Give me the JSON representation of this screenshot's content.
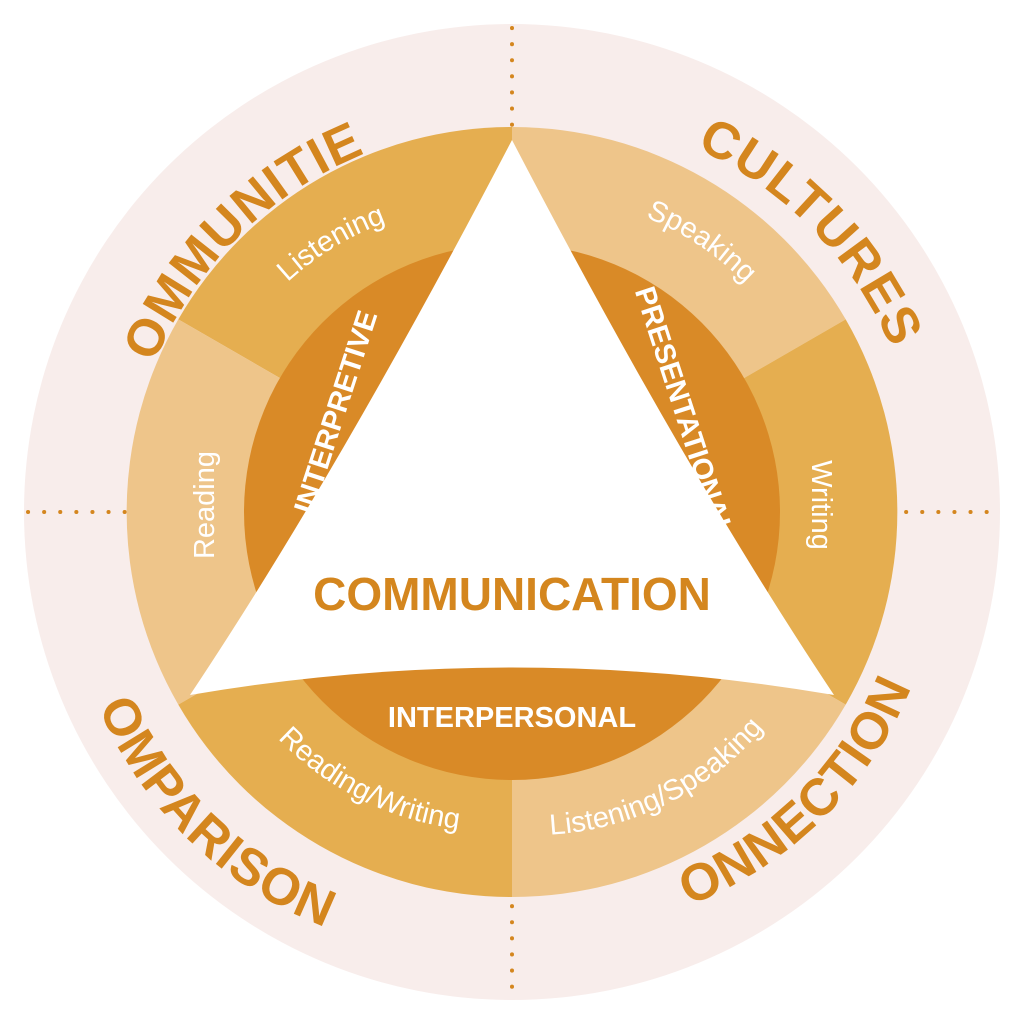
{
  "center": {
    "label": "COMMUNICATION"
  },
  "outer_labels": {
    "communities": "COMMUNITIES",
    "cultures": "CULTURES",
    "comparisons": "COMPARISONS",
    "connections": "CONNECTIONS"
  },
  "modes": {
    "interpretive": "INTERPRETIVE",
    "presentational": "PRESENTATIONAL",
    "interpersonal": "INTERPERSONAL"
  },
  "skills": {
    "listening": "Listening",
    "reading": "Reading",
    "speaking": "Speaking",
    "writing": "Writing",
    "reading_writing": "Reading/Writing",
    "listening_speaking": "Listening/Speaking"
  },
  "colors": {
    "outer_ring": "#F8EDEB",
    "segment_dark": "#E5AE50",
    "segment_light": "#EEC58A",
    "mode_ring": "#D98A27",
    "accent_text": "#D4861E",
    "white": "#FFFFFF"
  }
}
